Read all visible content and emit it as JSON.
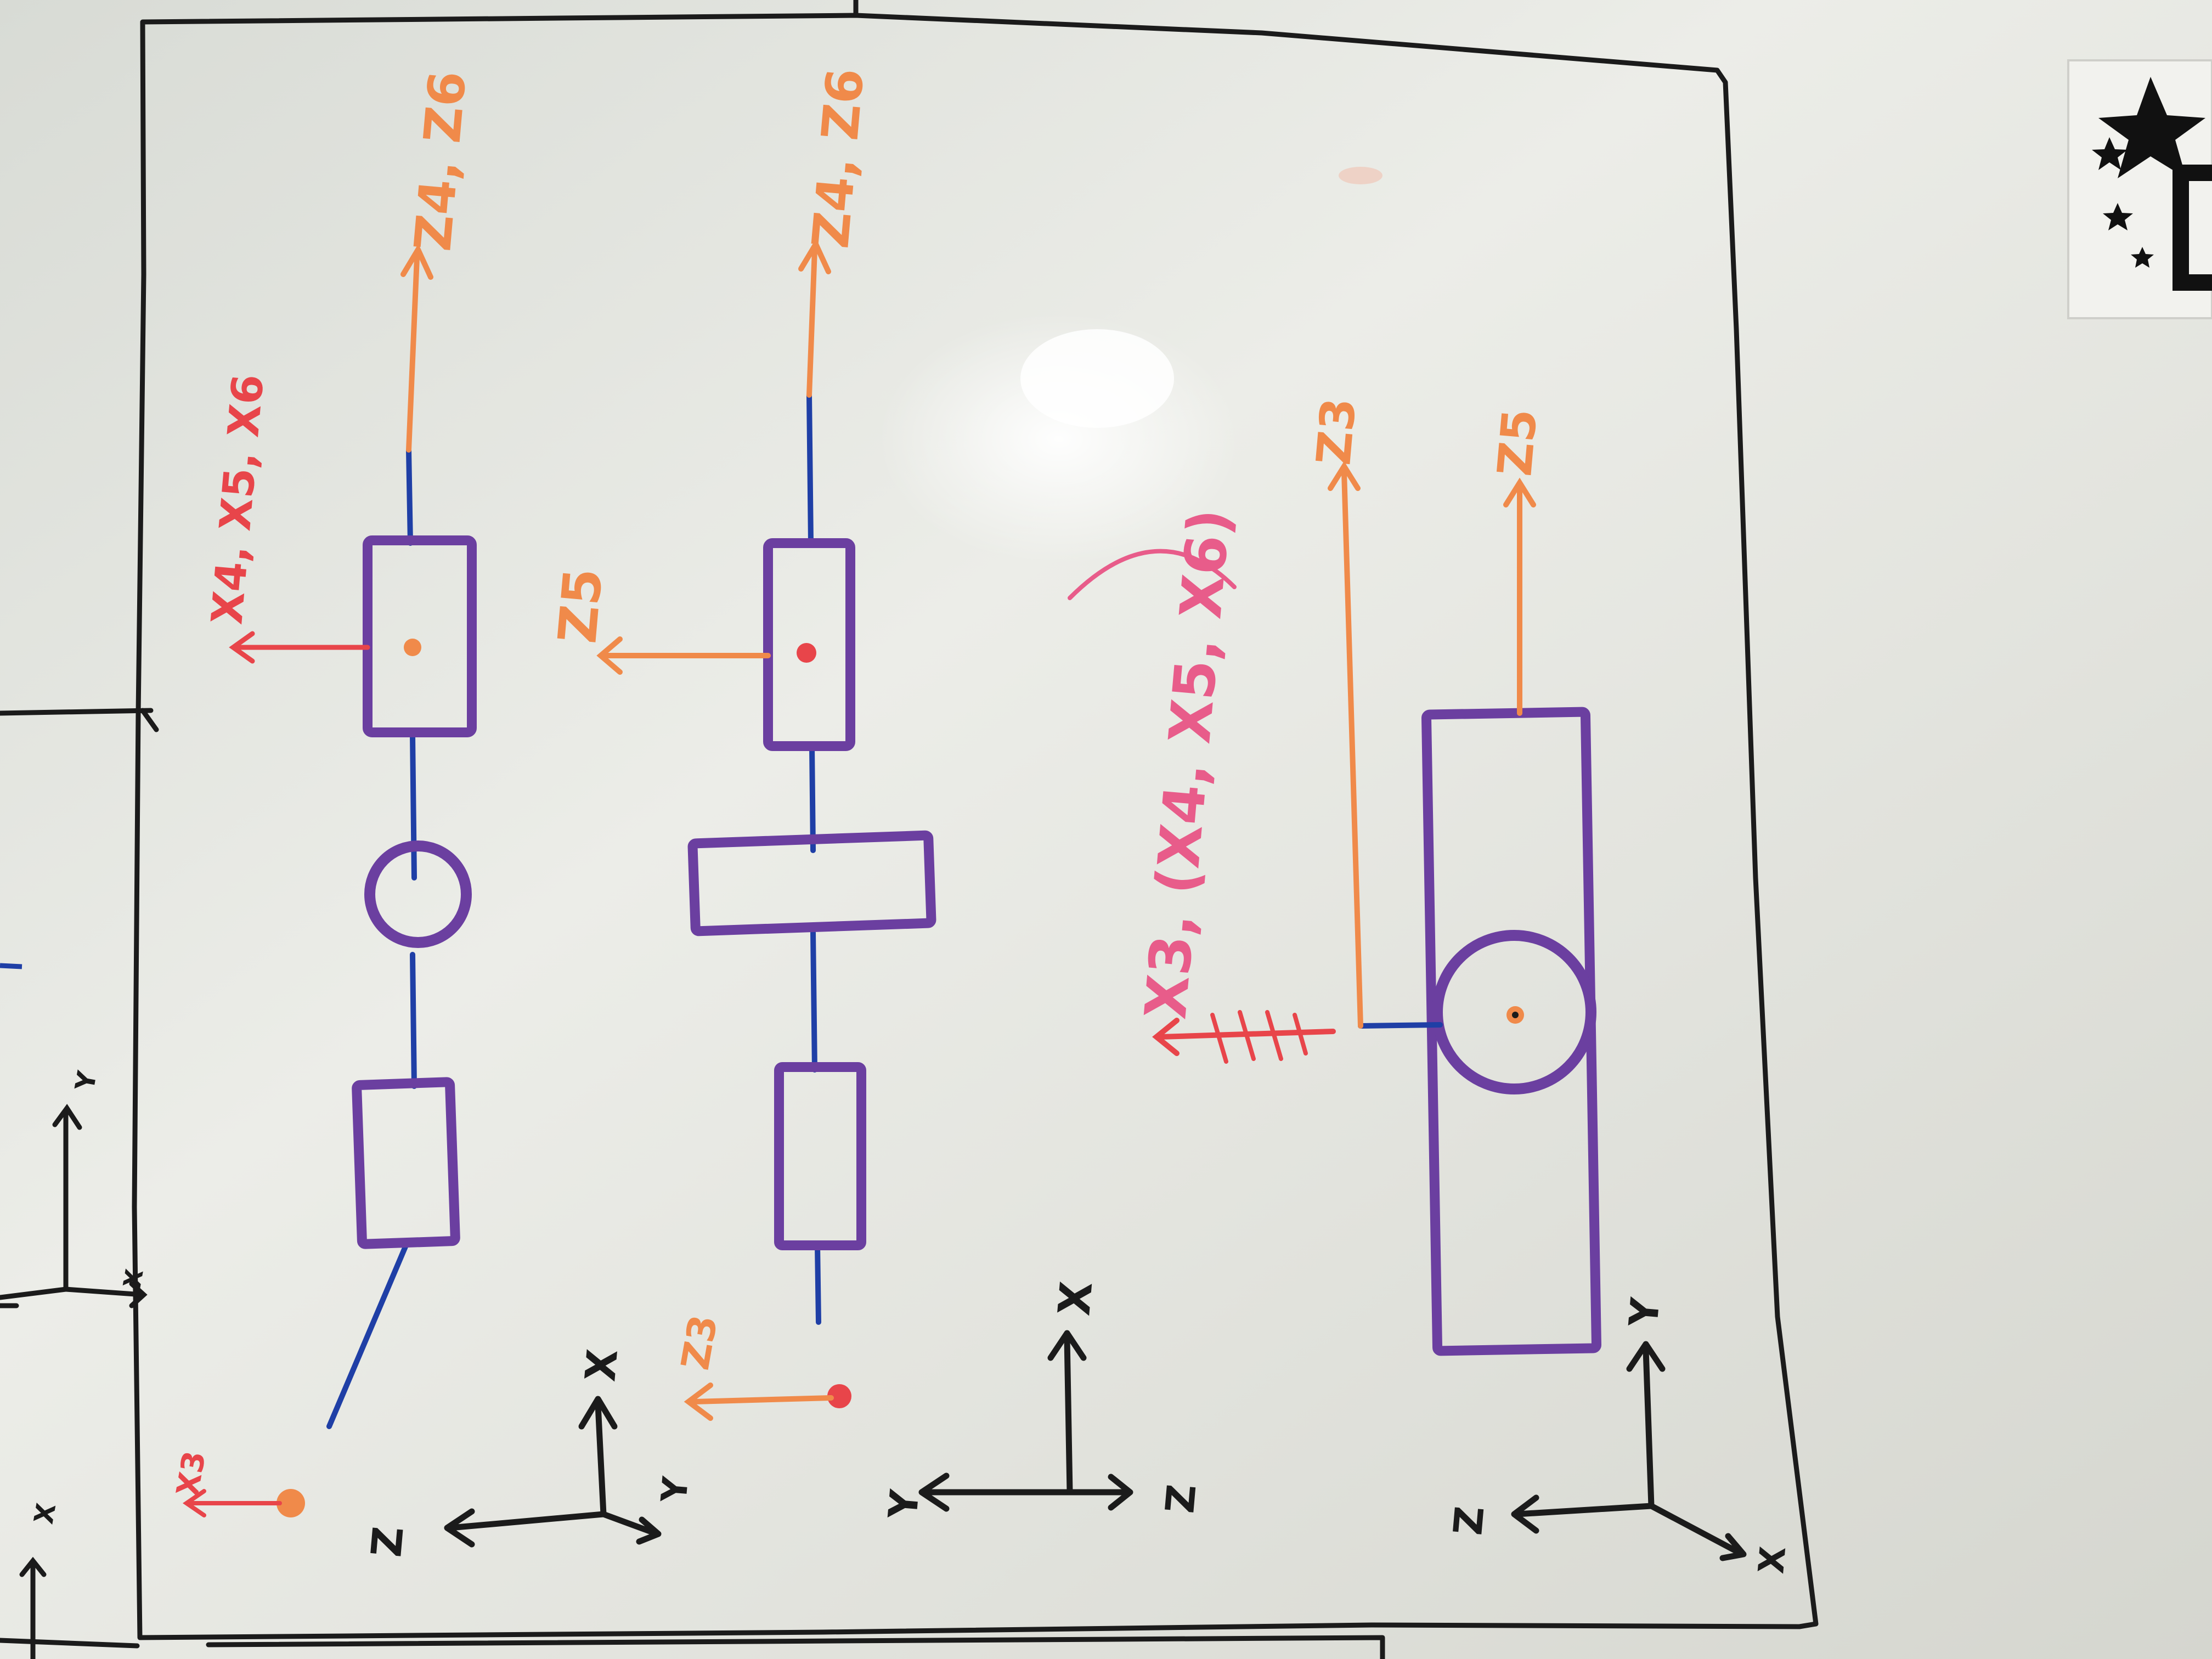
{
  "scene": {
    "subject": "whiteboard-drawing",
    "colors": {
      "board": "#eeeee9",
      "frame_ink": "#1b1b1b",
      "purple": "#6b3fa0",
      "blue": "#1f3fa6",
      "orange": "#f08a4a",
      "red": "#e8454a",
      "pink": "#e85c8a"
    }
  },
  "labels": {
    "top_x_group": "X4, X5, X6",
    "top_z_group_1": "Z4, Z6",
    "top_z_group_2": "Z4, Z6",
    "z5_mid": "Z5",
    "z3_right": "Z3",
    "z5_right": "Z5",
    "x3_group": "X3, (X4, X5, X6)",
    "x3_bottom": "X3",
    "z3_bottom": "Z3"
  },
  "axes": {
    "x": "X",
    "y": "Y",
    "z": "Z"
  }
}
